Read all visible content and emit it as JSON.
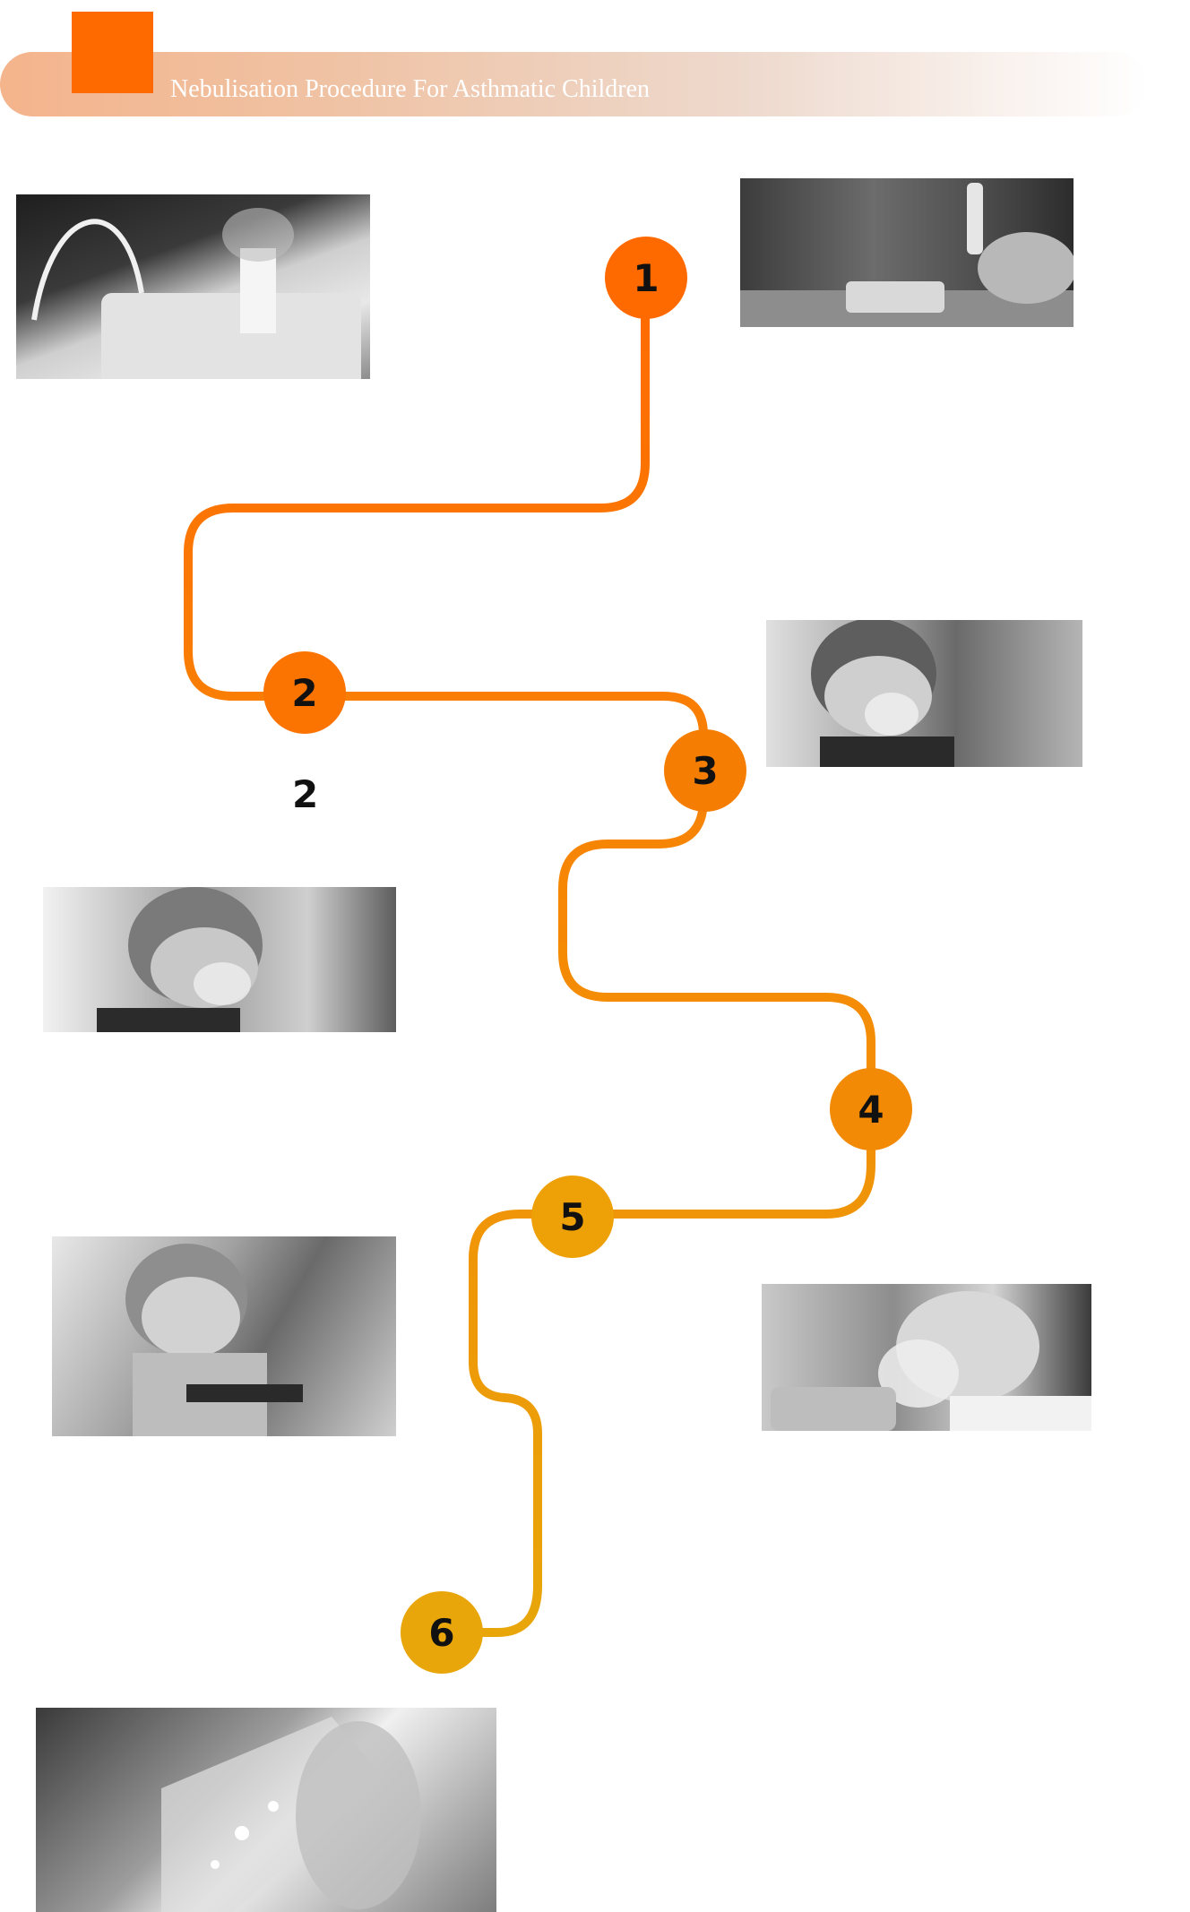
{
  "header": {
    "title": "Observation",
    "subtitle": "Nebulisation Procedure For Asthmatic Children"
  },
  "colors": {
    "accent": "#ff6a00",
    "step1": "#ff6a00",
    "step2": "#fb7300",
    "step3": "#f57e02",
    "step4": "#f28a05",
    "step5": "#eea007",
    "step6": "#e8a60a"
  },
  "steps": [
    {
      "number": "1"
    },
    {
      "number": "2"
    },
    {
      "number": "3"
    },
    {
      "number": "4"
    },
    {
      "number": "5"
    },
    {
      "number": "6"
    }
  ],
  "labels": {
    "step2_caption": "2"
  }
}
